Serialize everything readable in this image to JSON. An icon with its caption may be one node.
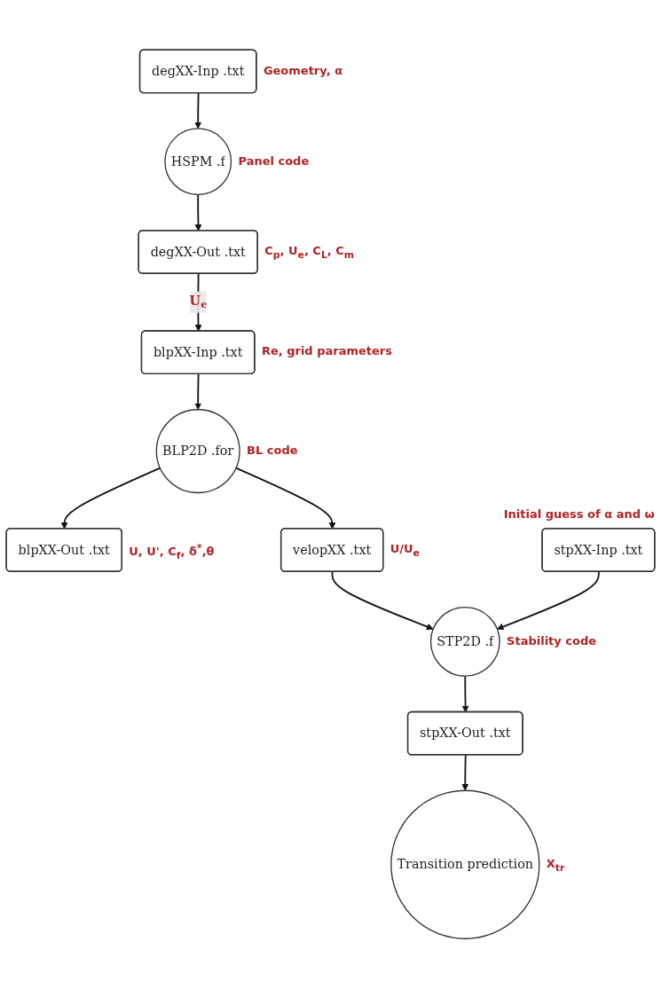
{
  "diagram": {
    "nodes": [
      {
        "text": [
          "degXX-Inp .txt"
        ],
        "beside": [
          "Geometry, α"
        ]
      },
      {
        "text": [
          "HSPM .f"
        ],
        "beside": [
          "Panel code"
        ]
      },
      {
        "text": [
          "degXX-Out .txt"
        ],
        "beside": [
          "C$_{p}$, U$_{e}$, C$_{L}$, C$_{m}$"
        ]
      },
      {
        "text": [
          "blpXX-Inp .txt"
        ],
        "beside": [
          "Re, grid parameters"
        ]
      },
      {
        "text": [
          "BLP2D .for"
        ],
        "beside": [
          "BL code"
        ]
      },
      {
        "text": [
          "blpXX-Out .txt"
        ],
        "beside": [
          "U, U', C$_{f}$, δ$^{*}$,θ"
        ]
      },
      {
        "text": [
          "velopXX .txt"
        ],
        "beside": [
          "U/U$_{e}$"
        ]
      },
      {
        "text": [
          "stpXX-Inp .txt"
        ],
        "beside": [
          "Initial guess of α and ω"
        ]
      },
      {
        "text": [
          "STP2D .f"
        ],
        "beside": [
          "Stability code"
        ]
      },
      {
        "text": [
          "stpXX-Out .txt"
        ]
      },
      {
        "text": [
          "Transition prediction"
        ],
        "beside": [
          "X$_{tr}$"
        ]
      }
    ],
    "edges": [
      {
        "from": 0,
        "to": 1,
        "arrow": "to"
      },
      {
        "from": 1,
        "to": 2,
        "arrow": "to"
      },
      {
        "from": 2,
        "to": 3,
        "arrow": "to",
        "label": "U$_{e}$"
      },
      {
        "from": 3,
        "to": 4,
        "arrow": "to"
      },
      {
        "from": 4,
        "to": 5,
        "arrow": "to"
      },
      {
        "from": 4,
        "to": 6,
        "arrow": "to"
      },
      {
        "from": 6,
        "to": 8,
        "arrow": "to"
      },
      {
        "from": 7,
        "to": 8,
        "arrow": "to"
      },
      {
        "from": 8,
        "to": 9,
        "arrow": "to"
      },
      {
        "from": 9,
        "to": 10,
        "arrow": "to"
      }
    ]
  }
}
